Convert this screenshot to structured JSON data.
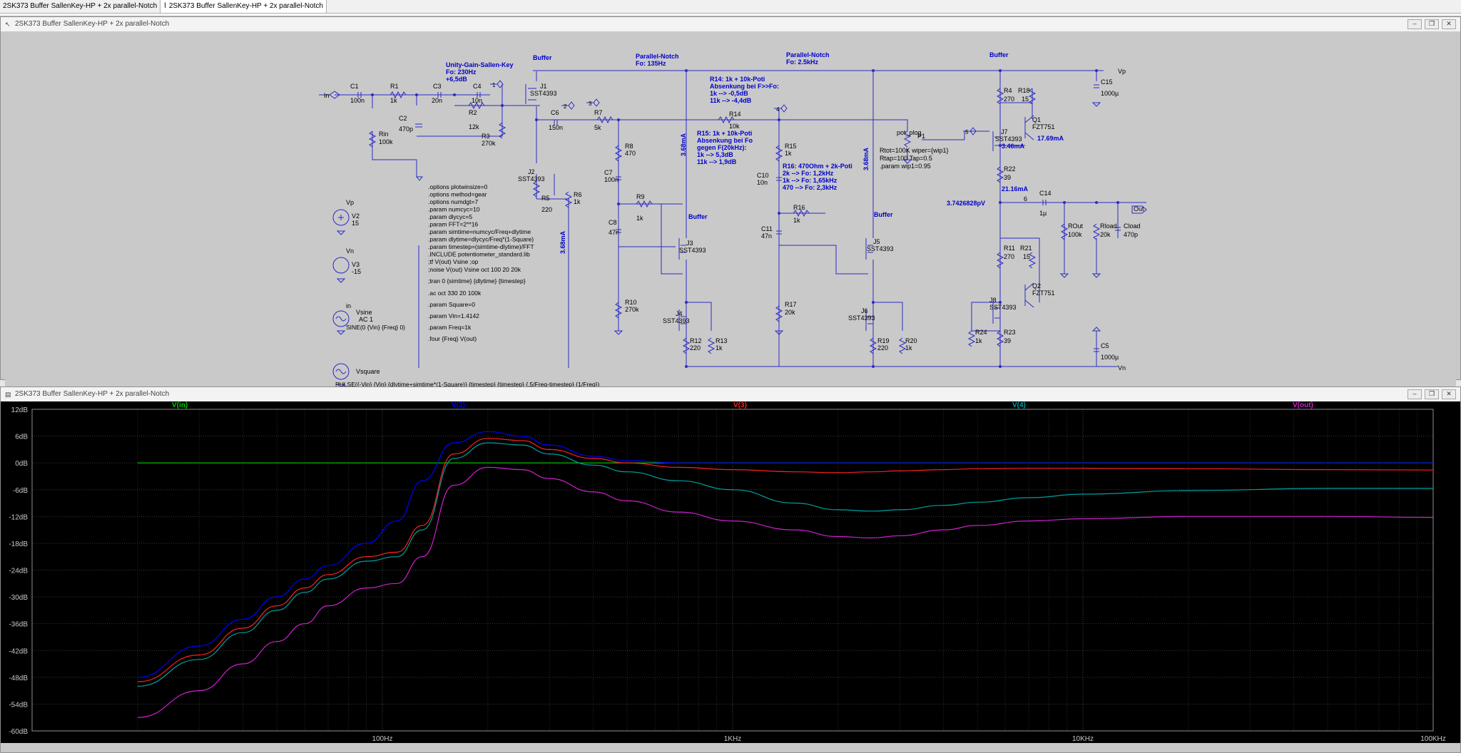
{
  "tabs": [
    {
      "label": "2SK373 Buffer SallenKey-HP + 2x parallel-Notch"
    },
    {
      "label": "2SK373 Buffer SallenKey-HP + 2x parallel-Notch"
    }
  ],
  "schematic_window": {
    "title": "2SK373 Buffer SallenKey-HP + 2x parallel-Notch",
    "buttons": [
      "minimize",
      "restore",
      "close"
    ]
  },
  "plot_window": {
    "title": "2SK373 Buffer SallenKey-HP + 2x parallel-Notch"
  },
  "schematic": {
    "annotations": {
      "sallen": [
        "Unity-Gain-Sallen-Key",
        "Fo: 230Hz",
        "+6,5dB"
      ],
      "buffer1": "Buffer",
      "notch1": [
        "Parallel-Notch",
        "Fo: 135Hz"
      ],
      "r14note": [
        "R14: 1k + 10k-Poti",
        "Absenkung bei F>>Fo:",
        "1k   --> -0,5dB",
        "11k --> -4,4dB"
      ],
      "notch2": [
        "Parallel-Notch",
        "Fo: 2.5kHz"
      ],
      "buffer_out": "Buffer",
      "r15note": [
        "R15: 1k + 10k-Poti",
        "Absenkung bei Fo",
        "gegen F(20kHz):",
        "1k   --> 5,3dB",
        "11k --> 1,9dB"
      ],
      "r16note": [
        "R16: 470Ohm + 2k-Poti",
        "2k    --> Fo: 1,2kHz",
        "1k    --> Fo: 1,65kHz",
        "470  --> Fo: 2,3kHz"
      ],
      "buffer_j3": "Buffer",
      "buffer_j5": "Buffer",
      "pot": [
        "Rtot=100K wiper={wip1}",
        "Rtap=100 Tap=0.5",
        ".param wip1=0.95"
      ],
      "pot_name": "pot_plog",
      "cur1": "3.68mA",
      "cur2": "3.68mA",
      "cur3": "3.68mA",
      "cur4": "3.46mA",
      "cur5": "17.69mA",
      "cur6": "21.16mA",
      "voltage": "3.7426828pV",
      "node6": "6"
    },
    "directives": [
      ".options plotwinsize=0",
      ".options method=gear",
      ".options numdgt=7",
      ".param numcyc=10",
      ".param dlycyc=5",
      ".param FFT=2**16",
      ".param simtime=numcyc/Freq+dlytime",
      ".param dlytime=dlycyc/Freq*(1-Square)",
      ".param timestep=(simtime-dlytime)/FFT",
      ".INCLUDE potentiometer_standard.lib",
      ";tf V(out) Vsine                    ;op",
      ";noise V(out) Vsine oct 100 20 20k",
      ";tran 0 {simtime} {dlytime} {timestep}",
      ".ac oct 330 20 100k",
      ".param Square=0",
      ".param Vin=1.4142",
      ".param Freq=1k",
      ".four {Freq} V(out)"
    ],
    "sources": {
      "vp_label": "Vp",
      "v2": "V2",
      "v2_val": "15",
      "vn_label": "Vn",
      "v3": "V3",
      "v3_val": "-15",
      "in_label": "in",
      "vsine": "Vsine",
      "vsine_ac": "AC 1",
      "vsine_val": "SINE(0 {Vin} {Freq} 0)",
      "vsquare": "Vsquare",
      "vsquare_val": "PULSE({-Vin} {Vin} {dlytime+simtime*(1-Square)} {timestep} {timestep} {.5/Freq-timestep} {1/Freq})"
    },
    "ports": {
      "in": "In",
      "out": "Out",
      "vp": "Vp",
      "vn": "Vn",
      "n2": "2",
      "n3": "3",
      "n4": "4",
      "n5": "5",
      "n1": "1"
    },
    "components": [
      {
        "name": "C1",
        "value": "100n"
      },
      {
        "name": "R1",
        "value": "1k"
      },
      {
        "name": "C3",
        "value": "20n"
      },
      {
        "name": "C4",
        "value": "10n"
      },
      {
        "name": "J1",
        "value": "SST4393"
      },
      {
        "name": "Rin",
        "value": "100k"
      },
      {
        "name": "C2",
        "value": "470p"
      },
      {
        "name": "R2",
        "value": "12k"
      },
      {
        "name": "R3",
        "value": "270k"
      },
      {
        "name": "C6",
        "value": "150n"
      },
      {
        "name": "R7",
        "value": "5k"
      },
      {
        "name": "R8",
        "value": "470"
      },
      {
        "name": "C7",
        "value": "100n"
      },
      {
        "name": "R9",
        "value": "1k"
      },
      {
        "name": "C8",
        "value": "47n"
      },
      {
        "name": "R10",
        "value": "270k"
      },
      {
        "name": "J2",
        "value": "SST4393"
      },
      {
        "name": "R5",
        "value": "220"
      },
      {
        "name": "R6",
        "value": "1k"
      },
      {
        "name": "J3",
        "value": "SST4393"
      },
      {
        "name": "J4",
        "value": "SST4393"
      },
      {
        "name": "R12",
        "value": "220"
      },
      {
        "name": "R13",
        "value": "1k"
      },
      {
        "name": "R14",
        "value": "10k"
      },
      {
        "name": "R15",
        "value": "1k"
      },
      {
        "name": "C10",
        "value": "10n"
      },
      {
        "name": "C11",
        "value": "47n"
      },
      {
        "name": "R16",
        "value": "1k"
      },
      {
        "name": "R17",
        "value": "20k"
      },
      {
        "name": "J5",
        "value": "SST4393"
      },
      {
        "name": "J6",
        "value": "SST4393"
      },
      {
        "name": "R19",
        "value": "220"
      },
      {
        "name": "R20",
        "value": "1k"
      },
      {
        "name": "P1",
        "value": ""
      },
      {
        "name": "R4",
        "value": "270"
      },
      {
        "name": "R18",
        "value": "15"
      },
      {
        "name": "Q1",
        "value": "FZT751"
      },
      {
        "name": "J7",
        "value": "SST4393"
      },
      {
        "name": "R22",
        "value": "39"
      },
      {
        "name": "C14",
        "value": "1µ"
      },
      {
        "name": "ROut",
        "value": "100k"
      },
      {
        "name": "Rload",
        "value": "20k"
      },
      {
        "name": "Cload",
        "value": "470p"
      },
      {
        "name": "C15",
        "value": "1000µ"
      },
      {
        "name": "R11",
        "value": "270"
      },
      {
        "name": "R21",
        "value": "15"
      },
      {
        "name": "Q2",
        "value": "FZT751"
      },
      {
        "name": "J8",
        "value": "SST4393"
      },
      {
        "name": "R24",
        "value": "1k"
      },
      {
        "name": "R23",
        "value": "39"
      },
      {
        "name": "C5",
        "value": "1000µ"
      }
    ]
  },
  "colors": {
    "wire": "#2a2ac8",
    "label_blue": "#0000cc",
    "vin": "#00d000",
    "v2": "#0000ff",
    "v3": "#ff2020",
    "v4": "#00a0a0",
    "vout": "#d020d0"
  },
  "chart_data": {
    "type": "line",
    "xscale": "log",
    "xlim": [
      10,
      100000
    ],
    "ylim": [
      -60,
      12
    ],
    "ytick_labels": [
      "12dB",
      "6dB",
      "0dB",
      "-6dB",
      "-12dB",
      "-18dB",
      "-24dB",
      "-30dB",
      "-36dB",
      "-42dB",
      "-48dB",
      "-54dB",
      "-60dB"
    ],
    "ytick_values": [
      12,
      6,
      0,
      -6,
      -12,
      -18,
      -24,
      -30,
      -36,
      -42,
      -48,
      -54,
      -60
    ],
    "xtick_labels": [
      "100Hz",
      "1KHz",
      "10KHz",
      "100KHz"
    ],
    "xtick_values": [
      100,
      1000,
      10000,
      100000
    ],
    "x": [
      20,
      30,
      40,
      50,
      60,
      70,
      90,
      110,
      130,
      160,
      200,
      250,
      300,
      400,
      500,
      700,
      1000,
      1500,
      2000,
      2500,
      3000,
      4000,
      5000,
      7000,
      10000,
      20000,
      50000,
      100000
    ],
    "series": [
      {
        "name": "V(in)",
        "color": "#00d000",
        "values": [
          0,
          0,
          0,
          0,
          0,
          0,
          0,
          0,
          0,
          0,
          0,
          0,
          0,
          0,
          0,
          0,
          0,
          0,
          0,
          0,
          0,
          0,
          0,
          0,
          0,
          0,
          0,
          0
        ]
      },
      {
        "name": "V(2)",
        "color": "#0000ff",
        "values": [
          -48,
          -41,
          -35,
          -30,
          -26,
          -23,
          -18,
          -13,
          -4,
          4.5,
          7,
          6,
          4,
          1.5,
          0.5,
          0,
          0,
          0,
          0,
          0,
          0,
          0,
          0,
          0,
          0,
          0,
          0,
          0
        ]
      },
      {
        "name": "V(3)",
        "color": "#ff2020",
        "values": [
          -49,
          -43,
          -37,
          -32,
          -28,
          -25,
          -21,
          -20,
          -14,
          2,
          5.5,
          5,
          3,
          1,
          0,
          -1,
          -1.5,
          -2,
          -2.2,
          -2,
          -1.8,
          -1.5,
          -1.3,
          -1.2,
          -1.2,
          -1.3,
          -1.5,
          -1.6
        ]
      },
      {
        "name": "V(4)",
        "color": "#00a0a0",
        "values": [
          -50,
          -44,
          -38,
          -33,
          -29,
          -26,
          -22,
          -21,
          -15,
          1,
          4.5,
          4,
          2,
          -0.5,
          -2,
          -4,
          -6,
          -9,
          -10.5,
          -10.8,
          -10.5,
          -9.5,
          -8.8,
          -7.8,
          -7,
          -6.2,
          -5.7,
          -5.7
        ]
      },
      {
        "name": "V(out)",
        "color": "#d020d0",
        "values": [
          -57,
          -51,
          -45,
          -40,
          -36,
          -32,
          -28,
          -27,
          -21,
          -5,
          -1,
          -1.5,
          -3.5,
          -6.5,
          -8.5,
          -11,
          -13,
          -15,
          -16.5,
          -16.8,
          -16.3,
          -15,
          -14,
          -13,
          -12.5,
          -12,
          -12,
          -12.2
        ]
      }
    ]
  }
}
